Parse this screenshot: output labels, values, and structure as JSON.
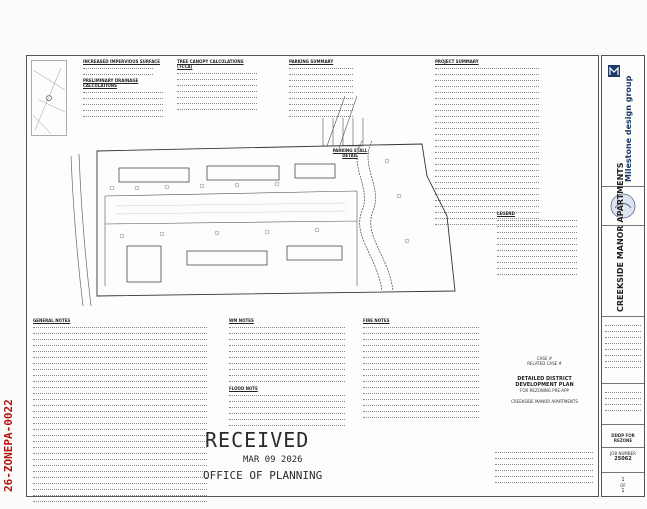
{
  "handwritten_case": "26-ZONEPA-0022",
  "calc": {
    "impervious_title": "INCREASED IMPERVIOUS SURFACE",
    "drainage_title": "PRELIMINARY DRAINAGE CALCULATIONS",
    "tree_title": "TREE CANOPY CALCULATIONS (TCCA)",
    "parking_title": "PARKING SUMMARY",
    "project_title": "PROJECT SUMMARY",
    "parking_stall_title": "PARKING STALL DETAIL"
  },
  "notes": {
    "general_title": "GENERAL NOTES",
    "wm_title": "WM NOTES",
    "fire_title": "FIRE NOTES",
    "flood_title": "FLOOD NOTE"
  },
  "legend_title": "LEGEND",
  "title_block": {
    "firm_name": "Milestone design group",
    "project_name": "CREEKSIDE MANOR APARTMENTS",
    "sheet_title": "DDDP FOR REZONE",
    "job_number_label": "JOB NUMBER",
    "job_number": "25062",
    "plan_title": "DETAILED DISTRICT DEVELOPMENT PLAN",
    "plan_subtitle": "FOR REZONING PRE-APP",
    "plan_project": "CREEKSIDE MANOR APARTMENTS",
    "case_label": "CASE #",
    "related_cases": "RELATED CASE #",
    "page": "1",
    "of": "OF"
  },
  "received_stamp": {
    "word": "RECEIVED",
    "date": "MAR 09 2026",
    "office": "OFFICE OF PLANNING"
  }
}
